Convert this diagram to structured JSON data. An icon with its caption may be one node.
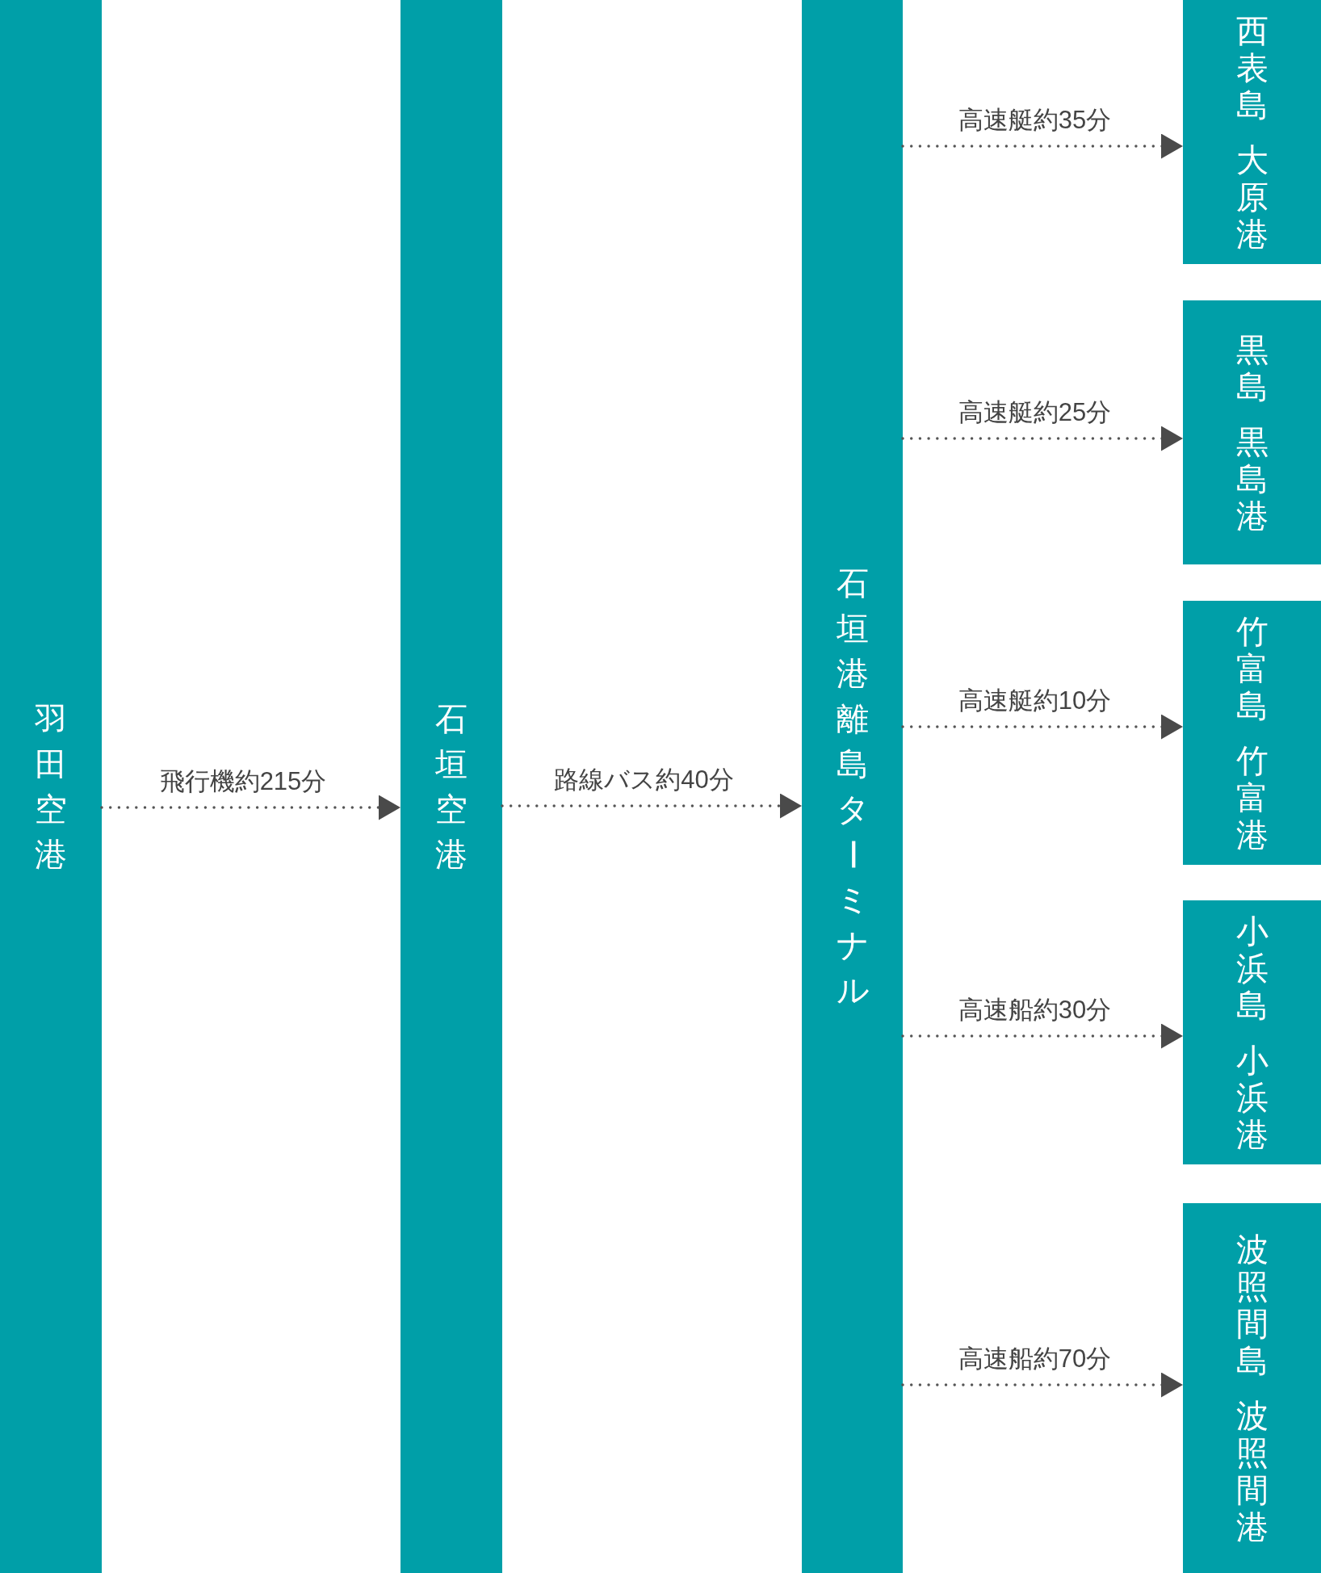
{
  "diagram": {
    "nodes": [
      {
        "text": [
          "羽田空港"
        ]
      },
      {
        "text": [
          "石垣空港"
        ]
      },
      {
        "text": [
          "石垣港離島ターミナル"
        ]
      },
      {
        "text": [
          "西表島",
          "大原港"
        ]
      },
      {
        "text": [
          "黒島",
          "黒島港"
        ]
      },
      {
        "text": [
          "竹富島",
          "竹富港"
        ]
      },
      {
        "text": [
          "小浜島",
          "小浜港"
        ]
      },
      {
        "text": [
          "波照間島",
          "波照間港"
        ]
      }
    ],
    "edges": [
      {
        "from": 0,
        "to": 1,
        "arrow": "to",
        "label": "飛行機約215分"
      },
      {
        "from": 1,
        "to": 2,
        "arrow": "to",
        "label": "路線バス約40分"
      },
      {
        "from": 2,
        "to": 3,
        "arrow": "to",
        "label": "高速艇約35分"
      },
      {
        "from": 2,
        "to": 4,
        "arrow": "to",
        "label": "高速艇約25分"
      },
      {
        "from": 2,
        "to": 5,
        "arrow": "to",
        "label": "高速艇約10分"
      },
      {
        "from": 2,
        "to": 6,
        "arrow": "to",
        "label": "高速船約30分"
      },
      {
        "from": 2,
        "to": 7,
        "arrow": "to",
        "label": "高速船約70分"
      }
    ]
  }
}
